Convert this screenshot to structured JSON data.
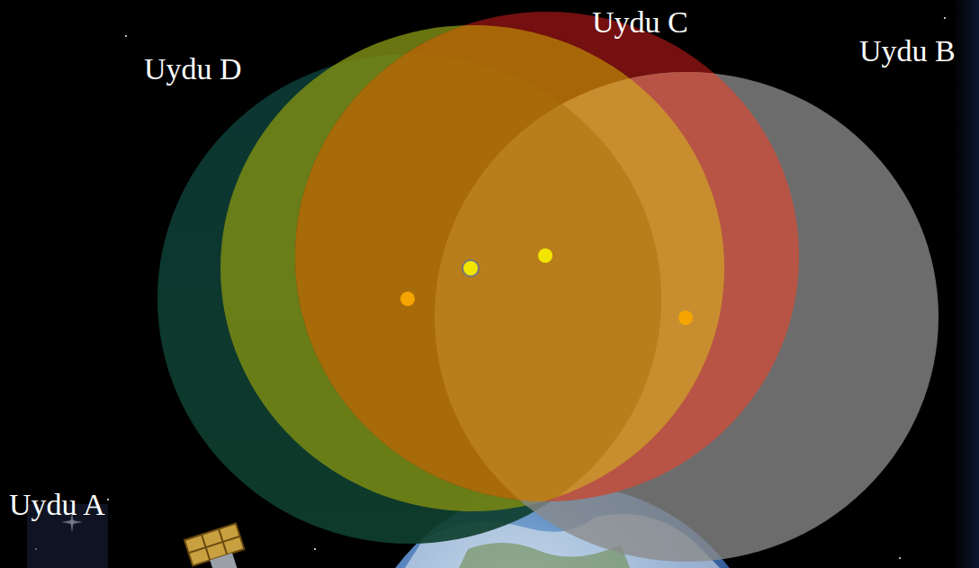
{
  "diagram": {
    "labels": [
      "Uydu C",
      "Uydu D",
      "Uydu B",
      "Uydu A"
    ]
  }
}
